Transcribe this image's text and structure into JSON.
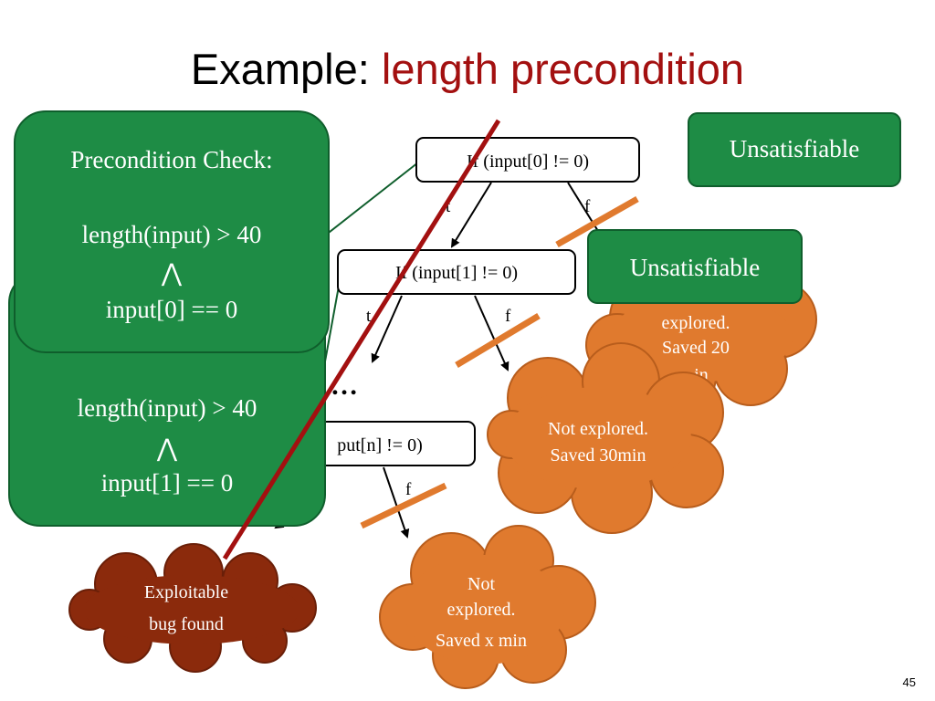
{
  "title": {
    "prefix": "Example: ",
    "highlight": "length precondition"
  },
  "colors": {
    "green_fill": "#1e8c45",
    "green_stroke": "#0f5e2c",
    "orange_fill": "#e07a2e",
    "orange_stroke": "#b85d1c",
    "brown_fill": "#8b2a0c",
    "dark_red": "#a31010",
    "highlight_red": "#a31010"
  },
  "nodes": {
    "n0": "If  (input[0] != 0)",
    "n1": "If  (input[1] != 0)",
    "nn": "put[n] != 0)",
    "ellipsis": "…"
  },
  "edges": {
    "n0_t": "t",
    "n0_f": "f",
    "n1_t": "t",
    "n1_f": "f",
    "nn_f": "f"
  },
  "check_back": {
    "line1": "length(input) > 40",
    "line2": "⋀",
    "line3": "input[1] == 0"
  },
  "check_front": {
    "heading": "Precondition Check:",
    "line1": "length(input) > 40",
    "line2": "⋀",
    "line3": "input[0] == 0"
  },
  "unsat": [
    "Unsatisfiable",
    "Unsatisfiable"
  ],
  "clouds": {
    "c1": [
      "explored.",
      "Saved 20",
      "in"
    ],
    "c2": [
      "Not explored.",
      "Saved 30min"
    ],
    "c3": [
      "Not",
      "explored.",
      "Saved x min"
    ],
    "bug": [
      "Exploitable",
      "bug found"
    ]
  },
  "page_number": "45"
}
